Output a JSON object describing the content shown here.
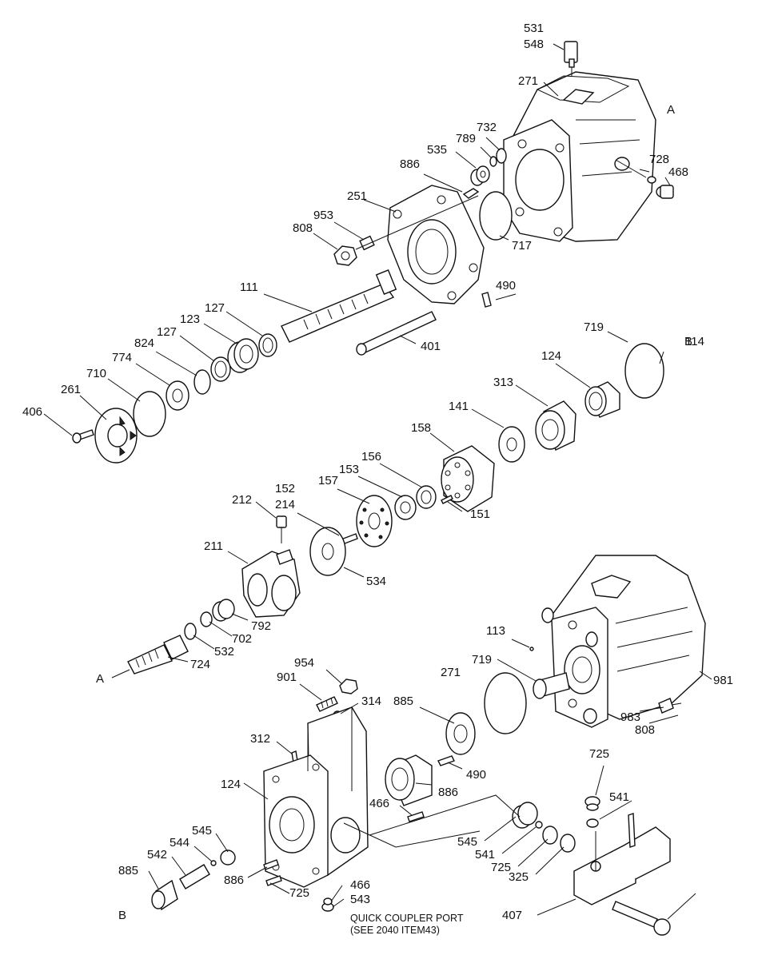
{
  "callouts": [
    "531",
    "548",
    "271",
    "732",
    "789",
    "535",
    "886",
    "728",
    "468",
    "251",
    "953",
    "808",
    "717",
    "490",
    "111",
    "127",
    "123",
    "127",
    "824",
    "774",
    "710",
    "261",
    "406",
    "401",
    "719",
    "114",
    "124",
    "313",
    "141",
    "158",
    "156",
    "153",
    "157",
    "151",
    "152",
    "214",
    "212",
    "211",
    "534",
    "792",
    "702",
    "532",
    "724",
    "113",
    "719",
    "271",
    "981",
    "983",
    "808",
    "954",
    "901",
    "314",
    "885",
    "490",
    "312",
    "124",
    "886",
    "466",
    "725",
    "541",
    "545",
    "544",
    "542",
    "885",
    "886",
    "725",
    "466",
    "543",
    "545",
    "541",
    "725",
    "325",
    "407"
  ],
  "refs": [
    "A",
    "A",
    "B",
    "B"
  ],
  "note": {
    "line1": "QUICK COUPLER PORT",
    "line2": "(SEE 2040 ITEM43)"
  }
}
